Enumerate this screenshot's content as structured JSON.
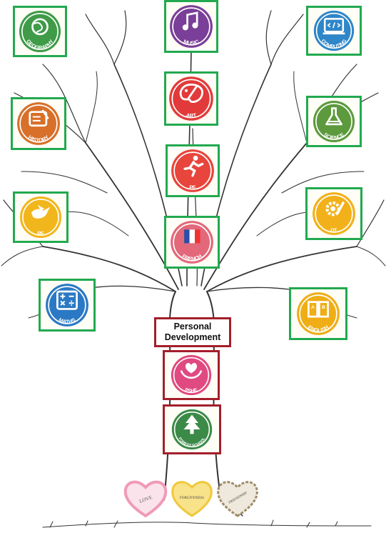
{
  "subjects": {
    "geography": {
      "label": "GEOGRAPHY",
      "color": "#3f9b48"
    },
    "music": {
      "label": "MUSIC",
      "color": "#7a3f98"
    },
    "computing": {
      "label": "COMPUTING",
      "color": "#2f86c8"
    },
    "history": {
      "label": "HISTORY",
      "color": "#d8702a"
    },
    "art": {
      "label": "ART",
      "color": "#e23a3a"
    },
    "science": {
      "label": "SCIENCE",
      "color": "#5c9a3d"
    },
    "pe": {
      "label": "PE",
      "color": "#e8453c"
    },
    "re": {
      "label": "RE",
      "color": "#f2b61d"
    },
    "dt": {
      "label": "DT",
      "color": "#f2b11a"
    },
    "french": {
      "label": "FRENCH",
      "color": "#e2687a"
    },
    "maths": {
      "label": "MATHS",
      "color": "#2b79c4"
    },
    "english": {
      "label": "ENGLISH",
      "color": "#efae16"
    }
  },
  "personal_development": {
    "heading_line1": "Personal",
    "heading_line2": "Development",
    "pshe": {
      "label": "PSHE",
      "color": "#e04a80"
    },
    "forest_school": {
      "label": "FOREST SCHOOL",
      "color": "#3c8a48"
    }
  },
  "values": {
    "love": {
      "label": "LOVE",
      "color": "#f09ab8"
    },
    "forgiveness": {
      "label": "FORGIVENESS",
      "color": "#f5d24a"
    },
    "friendship": {
      "label": "FRIENDSHIP",
      "color": "#c8b48a"
    }
  },
  "icons": {
    "geography": "globe-icon",
    "music": "music-note-icon",
    "computing": "laptop-code-icon",
    "history": "scroll-quill-icon",
    "art": "palette-brush-icon",
    "science": "flask-icon",
    "pe": "runner-icon",
    "re": "dove-icon",
    "dt": "gear-pencil-icon",
    "french": "french-flag-icon",
    "maths": "calculator-symbols-icon",
    "english": "open-book-icon",
    "pshe": "heart-hands-icon",
    "forest_school": "pine-tree-icon"
  }
}
